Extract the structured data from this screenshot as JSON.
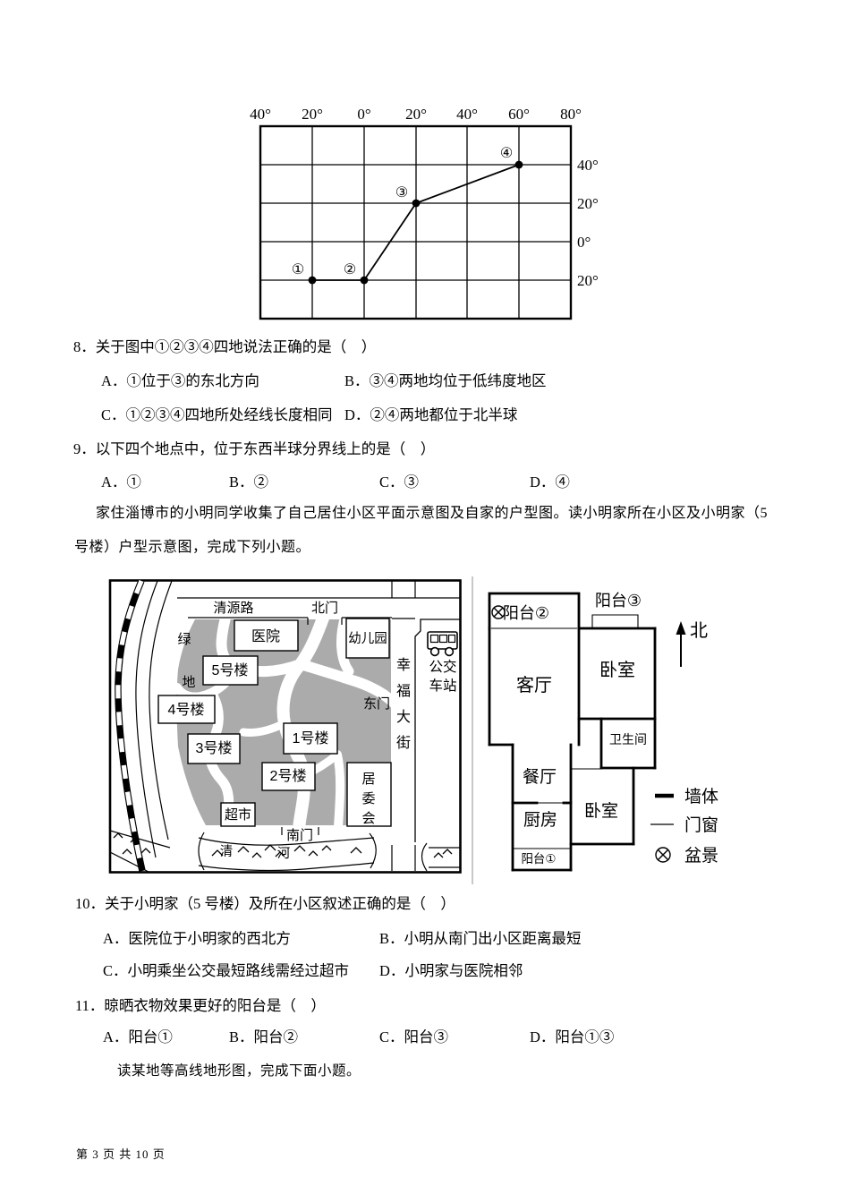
{
  "footer": "第 3 页 共 10 页",
  "passages": {
    "intro_line1": "家住淄博市的小明同学收集了自己居住小区平面示意图及自家的户型图。读小明家所在小区及小明家（5",
    "intro_line2": "号楼）户型示意图，完成下列小题。",
    "contour_intro": "读某地等高线地形图，完成下面小题。"
  },
  "questions": {
    "q8": {
      "stem": "8．关于图中①②③④四地说法正确的是（　）",
      "options": [
        "A．①位于③的东北方向",
        "B．③④两地均位于低纬度地区",
        "C．①②③④四地所处经线长度相同",
        "D．②④两地都位于北半球"
      ]
    },
    "q9": {
      "stem": "9．以下四个地点中，位于东西半球分界线上的是（　）",
      "options": [
        "A．①",
        "B．②",
        "C．③",
        "D．④"
      ]
    },
    "q10": {
      "stem": "10．关于小明家（5 号楼）及所在小区叙述正确的是（　）",
      "options": [
        "A．医院位于小明家的西北方",
        "B．小明从南门出小区距离最短",
        "C．小明乘坐公交最短路线需经过超市",
        "D．小明家与医院相邻"
      ]
    },
    "q11": {
      "stem": "11．晾晒衣物效果更好的阳台是（　）",
      "options": [
        "A．阳台①",
        "B．阳台②",
        "C．阳台③",
        "D．阳台①③"
      ]
    }
  },
  "grid_figure": {
    "top_labels": [
      "40°",
      "20°",
      "0°",
      "20°",
      "40°",
      "60°",
      "80°"
    ],
    "right_labels": [
      "40°",
      "20°",
      "0°",
      "20°"
    ],
    "point_labels": [
      "①",
      "②",
      "③",
      "④"
    ]
  },
  "map": {
    "qingyuan_road": "清源路",
    "north_gate": "北门",
    "east_gate": "东门",
    "south_gate": "南门",
    "green_char1": "绿",
    "green_char2": "地",
    "hospital": "医院",
    "kindergarten": "幼儿园",
    "b5": "5号楼",
    "b4": "4号楼",
    "b3": "3号楼",
    "b1": "1号楼",
    "b2": "2号楼",
    "market": "超市",
    "committee_chars": [
      "居",
      "委",
      "会"
    ],
    "xingfu_chars": [
      "幸",
      "福",
      "大",
      "街"
    ],
    "bus_line1": "公交",
    "bus_line2": "车站",
    "river_char1": "清",
    "river_char2": "河"
  },
  "floorplan": {
    "living": "客厅",
    "bedroom_top": "卧室",
    "bathroom": "卫生间",
    "dining": "餐厅",
    "kitchen": "厨房",
    "bedroom_bottom": "卧室",
    "balcony1": "阳台①",
    "balcony2": "阳台②",
    "balcony3": "阳台③",
    "north_label": "北",
    "legend_wall": "墙体",
    "legend_window": "门窗",
    "legend_plant": "盆景"
  },
  "colors": {
    "community_gray": "#ababab"
  }
}
